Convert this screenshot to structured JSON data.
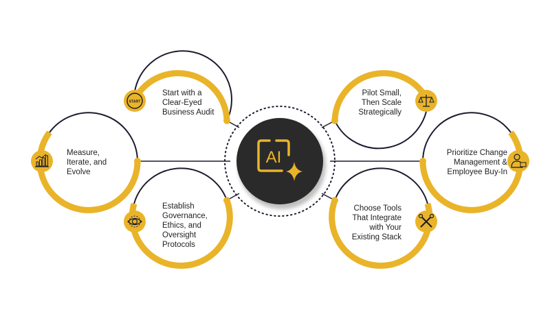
{
  "colors": {
    "accent": "#E9B429",
    "dark": "#1C1B2E",
    "center_fill": "#2A2A2A",
    "text": "#222222"
  },
  "center": {
    "label": "AI",
    "icon": "ai-sparkle-icon"
  },
  "steps": [
    {
      "id": "business-audit",
      "icon": "start-icon",
      "lines": [
        "Start with a",
        "Clear-Eyed",
        "Business Audit"
      ]
    },
    {
      "id": "measure-iterate",
      "icon": "bar-chart-icon",
      "lines": [
        "Measure,",
        "Iterate, and",
        "Evolve"
      ]
    },
    {
      "id": "governance",
      "icon": "eye-gear-icon",
      "lines": [
        "Establish",
        "Governance,",
        "Ethics, and",
        "Oversight",
        "Protocols"
      ]
    },
    {
      "id": "pilot-small",
      "icon": "scales-icon",
      "lines": [
        "Pilot Small,",
        "Then Scale",
        "Strategically"
      ]
    },
    {
      "id": "change-management",
      "icon": "employee-icon",
      "lines": [
        "Prioritize Change",
        "Management &",
        "Employee Buy-In"
      ]
    },
    {
      "id": "choose-tools",
      "icon": "tools-icon",
      "lines": [
        "Choose Tools",
        "That Integrate",
        "with Your",
        "Existing Stack"
      ]
    }
  ]
}
